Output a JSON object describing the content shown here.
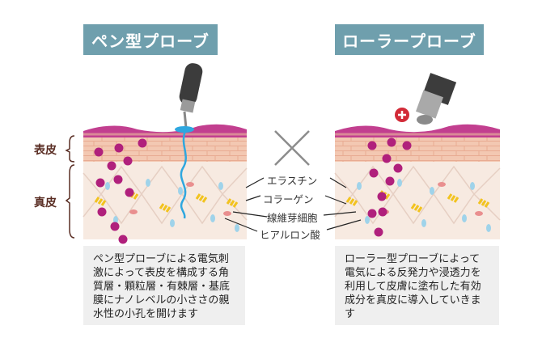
{
  "titles": {
    "left": "ペン型プローブ",
    "right": "ローラープローブ"
  },
  "side_labels": {
    "epidermis": "表皮",
    "dermis": "真皮"
  },
  "legend": [
    "エラスチン",
    "コラーゲン",
    "線維芽細胞",
    "ヒアルロン酸"
  ],
  "descriptions": {
    "left": [
      "ペン型プローブによる電気刺",
      "激によって表皮を構成する角",
      "質層・顆粒層・有棘層・基底",
      "膜にナノレベルの小ささの親",
      "水性の小孔を開けます"
    ],
    "right": [
      "ローラー型プローブによって",
      "電気による反発力や浸透力を",
      "利用して皮膚に塗布した有効",
      "成分を真皮に導入していきます"
    ]
  },
  "colors": {
    "title_bg": "#6f9fad",
    "skin_top": "#d98a97",
    "epidermis": "#f3c8b2",
    "dermis": "#f7eae1",
    "dots": "#b0207c",
    "collagen": "#f2c31f",
    "probe": "#3c3c3c"
  },
  "icons": {
    "multiply": "times-icon",
    "plus": "plus-icon"
  }
}
